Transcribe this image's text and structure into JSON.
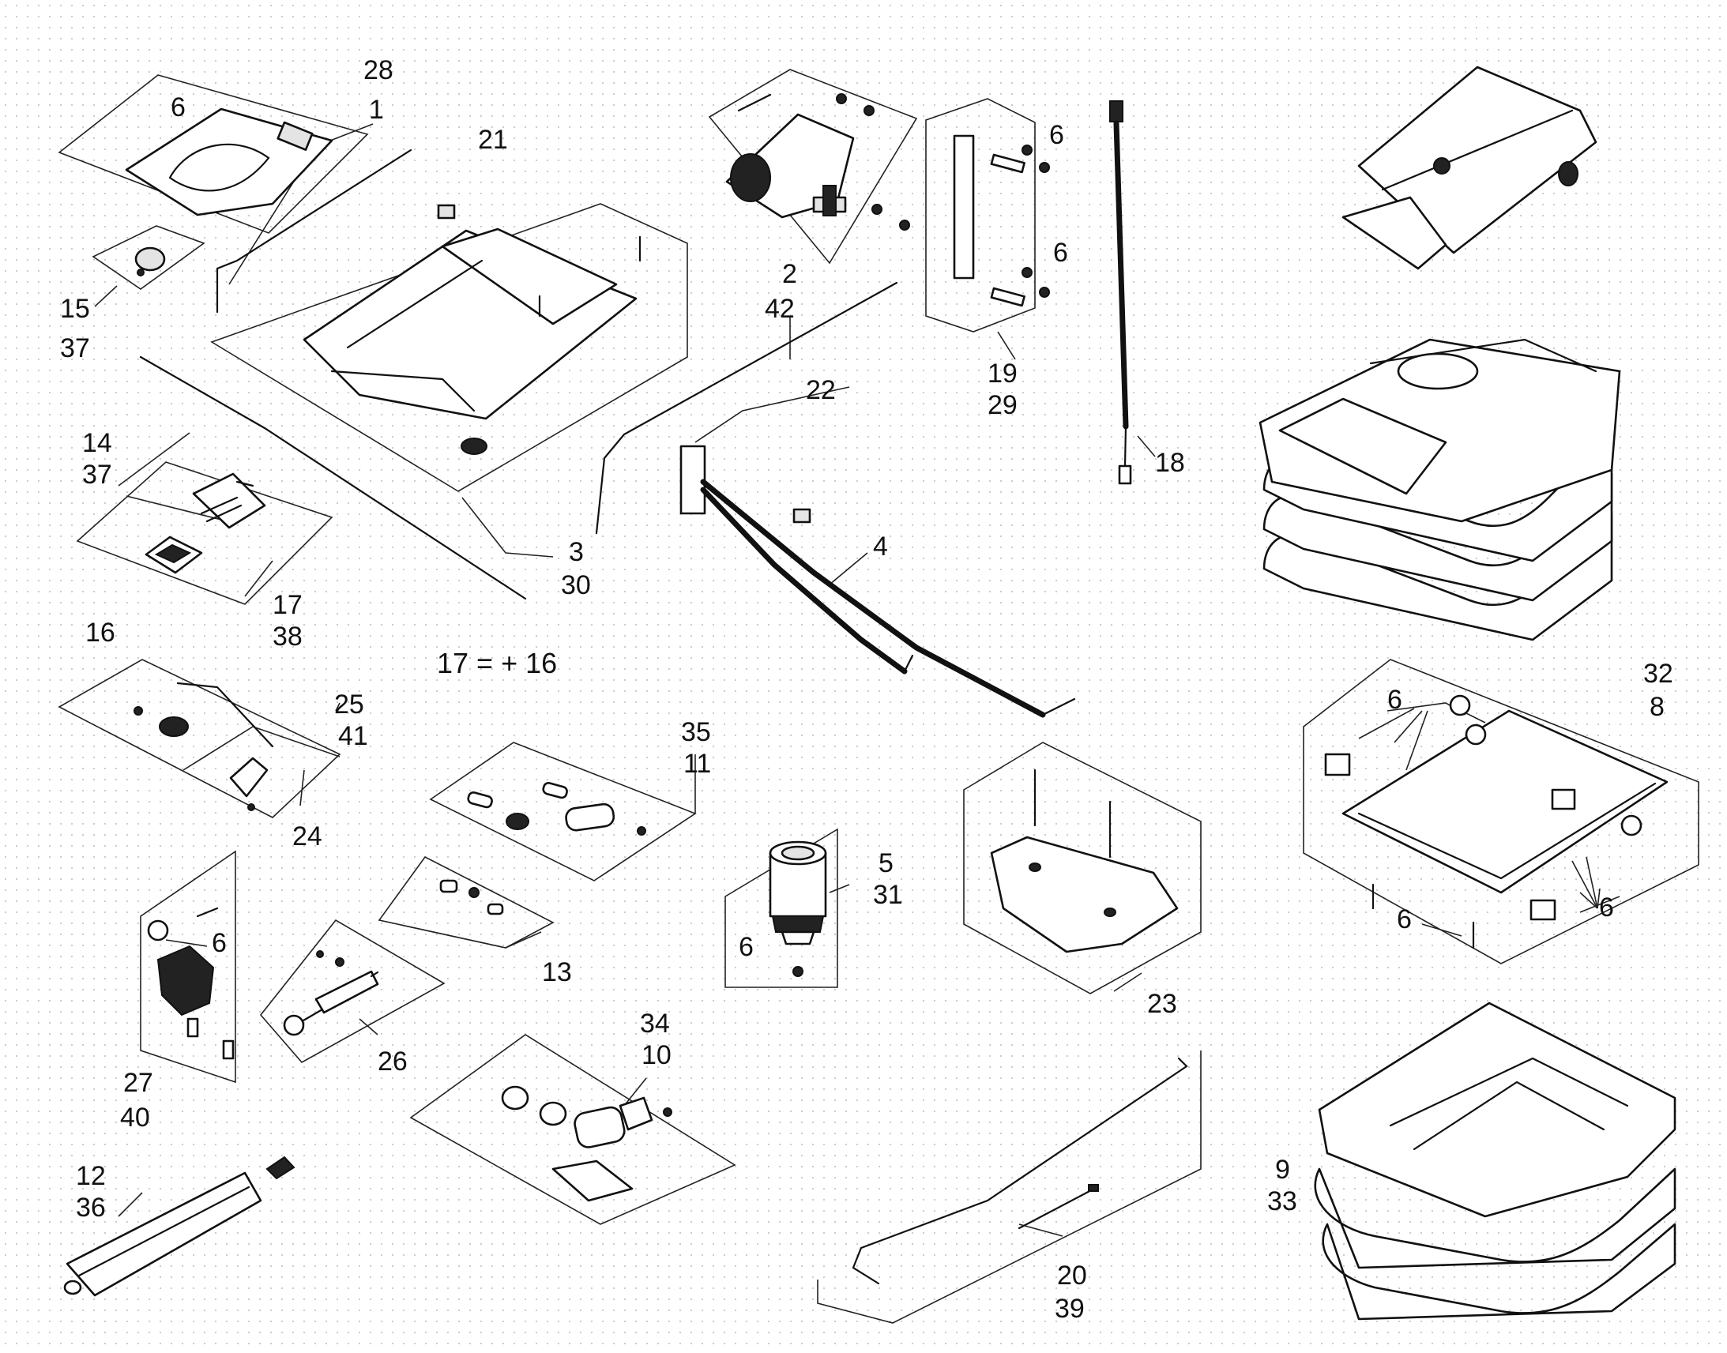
{
  "callouts": {
    "c28": "28",
    "c1": "1",
    "c6a": "6",
    "c21": "21",
    "c15": "15",
    "c37a": "37",
    "c14": "14",
    "c37b": "37",
    "c2": "2",
    "c42": "42",
    "c22": "22",
    "c6b": "6",
    "c6c": "6",
    "c19": "19",
    "c29": "29",
    "c18": "18",
    "c3": "3",
    "c30": "30",
    "c4": "4",
    "c17": "17",
    "c38": "38",
    "c16": "16",
    "c25": "25",
    "c41": "41",
    "c24": "24",
    "c35": "35",
    "c11": "11",
    "c13": "13",
    "c5": "5",
    "c31": "31",
    "c6d": "6",
    "c6e": "6",
    "c27": "27",
    "c40": "40",
    "c26": "26",
    "c34": "34",
    "c10": "10",
    "c12": "12",
    "c36": "36",
    "c23": "23",
    "c20": "20",
    "c39": "39",
    "c32": "32",
    "c8": "8",
    "c6f": "6",
    "c6g": "6",
    "c6h": "6",
    "c9": "9",
    "c33": "33"
  },
  "note": "17 = + 16"
}
